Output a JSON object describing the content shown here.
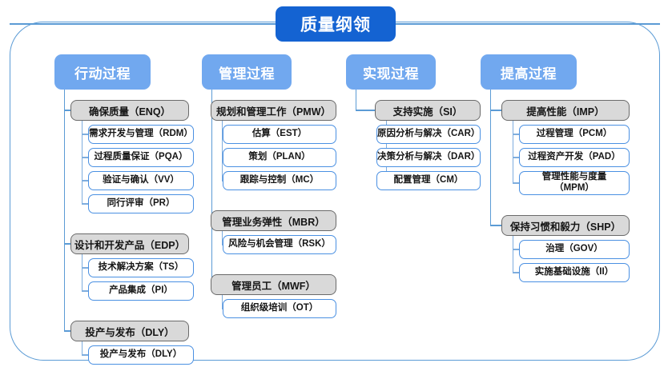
{
  "diagram": {
    "title": "质量纲领",
    "columns": [
      {
        "header": "行动过程",
        "groups": [
          {
            "label": "确保质量（ENQ）",
            "children": [
              "需求开发与管理（RDM）",
              "过程质量保证（PQA）",
              "验证与确认（VV）",
              "同行评审（PR）"
            ]
          },
          {
            "label": "设计和开发产品（EDP）",
            "children": [
              "技术解决方案（TS）",
              "产品集成（PI）"
            ]
          },
          {
            "label": "投产与发布（DLY）",
            "children": [
              "投产与发布（DLY）"
            ]
          }
        ]
      },
      {
        "header": "管理过程",
        "groups": [
          {
            "label": "规划和管理工作（PMW）",
            "children": [
              "估算（EST）",
              "策划（PLAN）",
              "跟踪与控制（MC）"
            ]
          },
          {
            "label": "管理业务弹性（MBR）",
            "children": [
              "风险与机会管理（RSK）"
            ]
          },
          {
            "label": "管理员工（MWF）",
            "children": [
              "组织级培训（OT）"
            ]
          }
        ]
      },
      {
        "header": "实现过程",
        "groups": [
          {
            "label": "支持实施（SI）",
            "children": [
              "原因分析与解决（CAR）",
              "决策分析与解决（DAR）",
              "配置管理（CM）"
            ]
          }
        ]
      },
      {
        "header": "提高过程",
        "groups": [
          {
            "label": "提高性能（IMP）",
            "children": [
              "过程管理（PCM）",
              "过程资产开发（PAD）",
              "管理性能与度量\n（MPM）"
            ]
          },
          {
            "label": "保持习惯和毅力（SHP）",
            "children": [
              "治理（GOV）",
              "实施基础设施（II）"
            ]
          }
        ]
      }
    ],
    "colors": {
      "title_bg": "#1463d2",
      "header_bg": "#71a8ef",
      "parent_bg": "#d9d9d9",
      "parent_border": "#6a6a6a",
      "child_border": "#4a90e2",
      "frame_border": "#5b9bd5",
      "connector": "#5b9bd5"
    }
  }
}
